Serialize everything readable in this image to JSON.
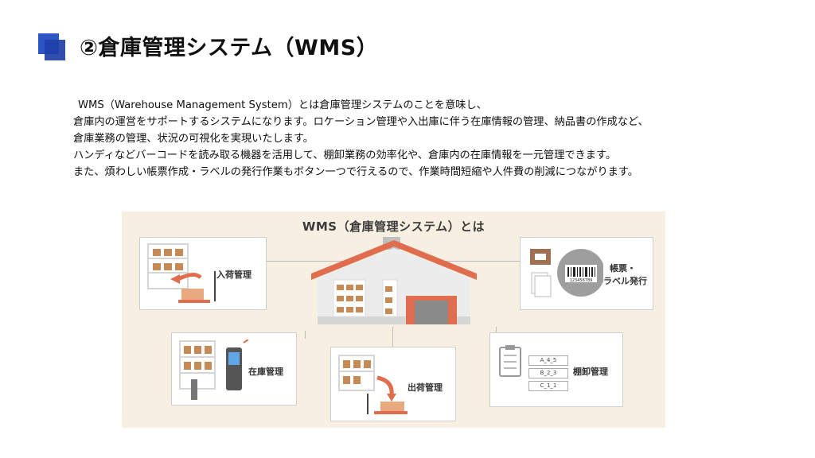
{
  "title": "②倉庫管理システム（WMS）",
  "body_lines": [
    "WMS（Warehouse Management System）とは倉庫管理システムのことを意味し、",
    "倉庫内の運営をサポートするシステムになります。ロケーション管理や入出庫に伴う在庫情報の管理、納品書の作成など、",
    "倉庫業務の管理、状況の可視化を実現いたします。",
    "ハンディなどバーコードを読み取る機器を活用して、棚卸業務の効率化や、倉庫内の在庫情報を一元管理できます。",
    "また、煩わしい帳票作成・ラベルの発行作業もボタン一つで行えるので、作業時間短縮や人件費の削減につながります。"
  ],
  "diagram": {
    "title": "WMS（倉庫管理システム）とは",
    "nodes": {
      "inbound": "入荷管理",
      "inventory": "在庫管理",
      "outbound": "出荷管理",
      "stocktake": "棚卸管理",
      "label_line1": "帳票・",
      "label_line2": "ラベル発行"
    },
    "barcode_number": "123456789",
    "location_tags": [
      "A_4_5",
      "B_2_3",
      "C_1_1"
    ]
  },
  "colors": {
    "accent_blue": "#1f3fa8",
    "roof": "#e06d4e",
    "diagram_bg": "#f7efe2"
  }
}
